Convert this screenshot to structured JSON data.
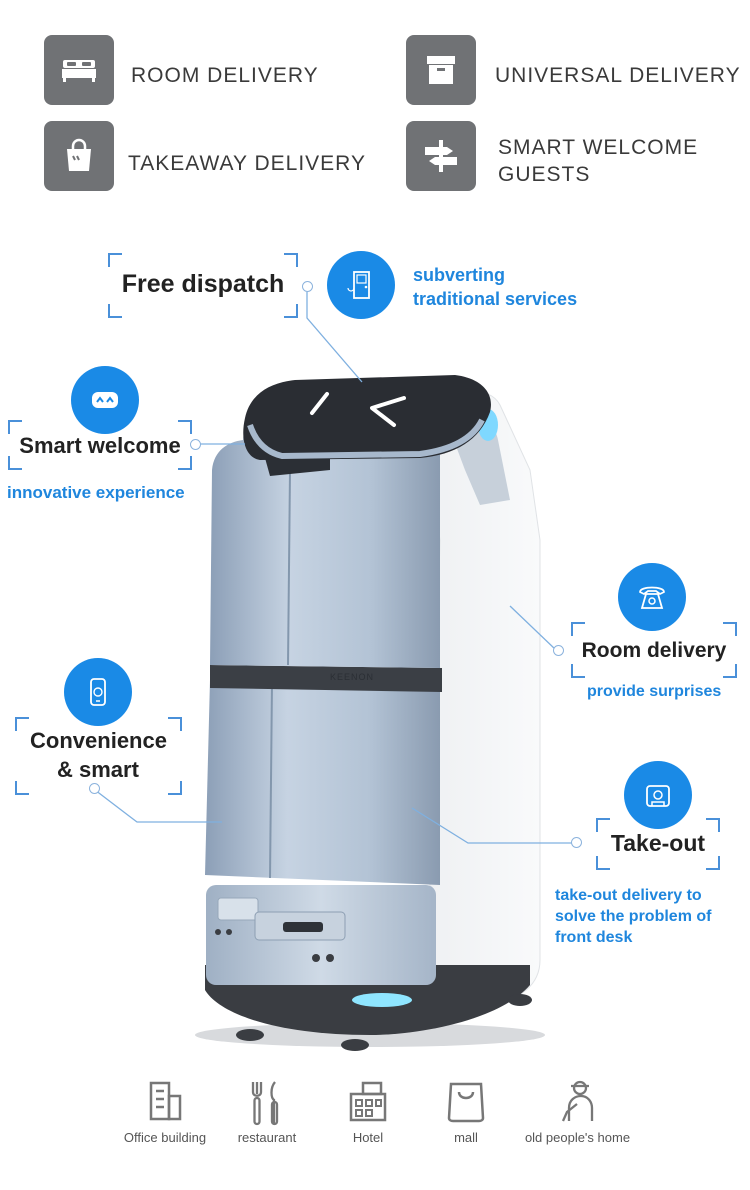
{
  "services": [
    {
      "label": "ROOM DELIVERY",
      "icon": "bed-icon"
    },
    {
      "label": "UNIVERSAL DELIVERY",
      "icon": "box-icon"
    },
    {
      "label": "TAKEAWAY DELIVERY",
      "icon": "shopping-bag-icon"
    },
    {
      "label_line1": "SMART WELCOME",
      "label_line2": "GUESTS",
      "icon": "signpost-icon"
    }
  ],
  "robot": {
    "brand": "KEENON"
  },
  "features": {
    "free_dispatch": {
      "title": "Free dispatch",
      "desc_line1": "subverting",
      "desc_line2": "traditional services",
      "icon": "door-icon"
    },
    "smart_welcome": {
      "title": "Smart welcome",
      "desc": "innovative experience",
      "icon": "smile-face-icon"
    },
    "room_delivery": {
      "title": "Room delivery",
      "desc": "provide surprises",
      "icon": "telephone-icon"
    },
    "convenience": {
      "title_line1": "Convenience",
      "title_line2": "& smart",
      "icon": "mobile-phone-icon"
    },
    "take_out": {
      "title": "Take-out",
      "desc_line1": "take-out delivery to",
      "desc_line2": "solve the problem of",
      "desc_line3": "front desk",
      "icon": "delivery-icon"
    }
  },
  "venues": [
    {
      "label": "Office building",
      "icon": "office-building-icon"
    },
    {
      "label": "restaurant",
      "icon": "fork-knife-icon"
    },
    {
      "label": "Hotel",
      "icon": "hotel-icon"
    },
    {
      "label": "mall",
      "icon": "mall-bag-icon"
    },
    {
      "label": "old people's home",
      "icon": "elderly-person-icon"
    }
  ],
  "colors": {
    "accent": "#1a8ae6",
    "icon_tile": "#707275",
    "robot_body": "#aebfd2"
  }
}
